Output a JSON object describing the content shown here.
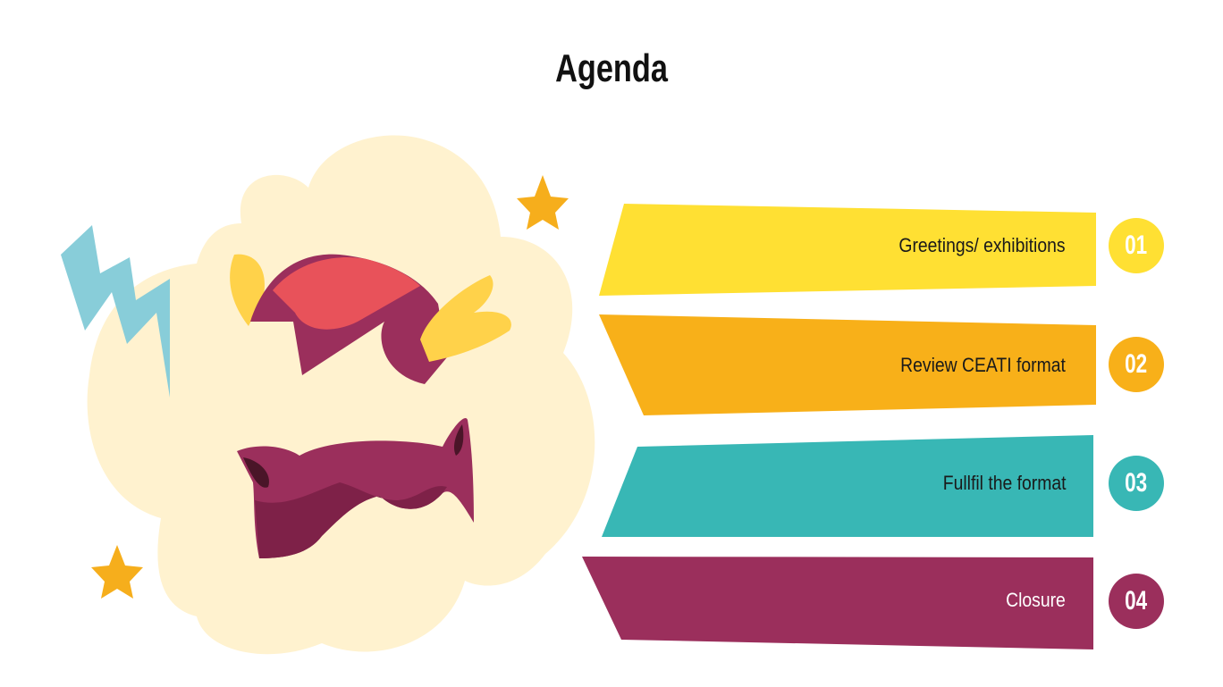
{
  "slide": {
    "title": "Agenda"
  },
  "agenda": [
    {
      "number": "01",
      "label": "Greetings/ exhibitions",
      "color": "#FFE033",
      "text_color": "#1a1a1a"
    },
    {
      "number": "02",
      "label": "Review CEATI format",
      "color": "#F8B019",
      "text_color": "#1a1a1a"
    },
    {
      "number": "03",
      "label": "Fullfil the format",
      "color": "#38B7B5",
      "text_color": "#1a1a1a"
    },
    {
      "number": "04",
      "label": "Closure",
      "color": "#9B2F5C",
      "text_color": "#ffffff"
    }
  ]
}
